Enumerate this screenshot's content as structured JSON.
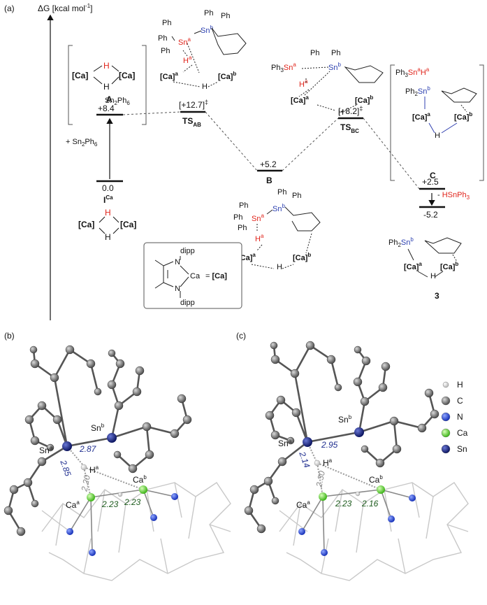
{
  "panel_labels": {
    "a": "(a)",
    "b": "(b)",
    "c": "(c)"
  },
  "axis_label": "ΔG [kcal mol",
  "axis_label_sup": "-1",
  "states": {
    "ICa": {
      "energy": "0.0",
      "label": "I",
      "label_sup": "Ca"
    },
    "A": {
      "energy": "+8.4",
      "label": "A",
      "bracket_extra": "Sn2Ph6"
    },
    "TSAB": {
      "energy": "[+12.7]",
      "dagger": "‡",
      "label": "TS",
      "label_sub": "AB"
    },
    "B": {
      "energy": "+5.2",
      "label": "B"
    },
    "TSBC": {
      "energy": "[+8.2]",
      "dagger": "‡",
      "label": "TS",
      "label_sub": "BC"
    },
    "C": {
      "energy": "+2.5",
      "label": "C"
    },
    "P3": {
      "energy": "-5.2",
      "label": "3"
    }
  },
  "arrows": {
    "add": "+ Sn2Ph6",
    "remove_prefix": "- ",
    "remove_species": "HSnPh3"
  },
  "ligand_box": {
    "dipp_top": "dipp",
    "dipp_bottom": "dipp",
    "N": "N",
    "Ca": "Ca",
    "equals": "= [Ca]"
  },
  "atoms": {
    "Ca": "[Ca]",
    "H": "H",
    "Ph": "Ph",
    "Ph3": "Ph",
    "Ph2": "Ph",
    "Sn": "Sn",
    "a": "a",
    "b": "b"
  },
  "legend": [
    {
      "name": "H",
      "color": "#f0f0f0"
    },
    {
      "name": "C",
      "color": "#6e6e6e"
    },
    {
      "name": "N",
      "color": "#1f3fd8"
    },
    {
      "name": "Ca",
      "color": "#6cd93a"
    },
    {
      "name": "Sn",
      "color": "#1a2a8a"
    }
  ],
  "struct_b": {
    "d_sna_snb": "2.87",
    "d_sna_h": "2.85",
    "d_h_ca": "2.20",
    "d_caa_h": "2.23",
    "d_cab_h": "2.23"
  },
  "struct_c": {
    "d_sna_snb": "2.95",
    "d_sna_h": "2.14",
    "d_h_ca": "2.30",
    "d_caa_h": "2.23",
    "d_cab_h": "2.16"
  }
}
